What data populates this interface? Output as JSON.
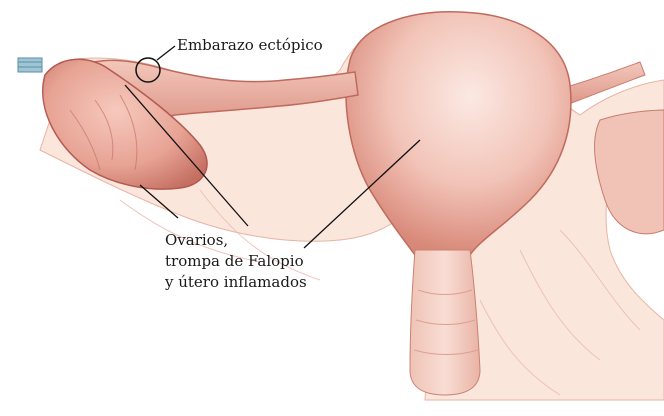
{
  "labels": {
    "ectopic": "Embarazo ectópico",
    "inflamed_line1": "Ovarios,",
    "inflamed_line2": "trompa de Falopio",
    "inflamed_line3": "y útero inflamados"
  },
  "colors": {
    "background": "#ffffff",
    "tissue_light": "#f7d9cf",
    "tissue_mid": "#eeb3a6",
    "tissue_dark": "#c9776b",
    "outline": "#b35a52",
    "ligament": "#fbe6dc",
    "leader_line": "#111111"
  },
  "icons": {
    "ectopic_marker": "circle-marker"
  }
}
